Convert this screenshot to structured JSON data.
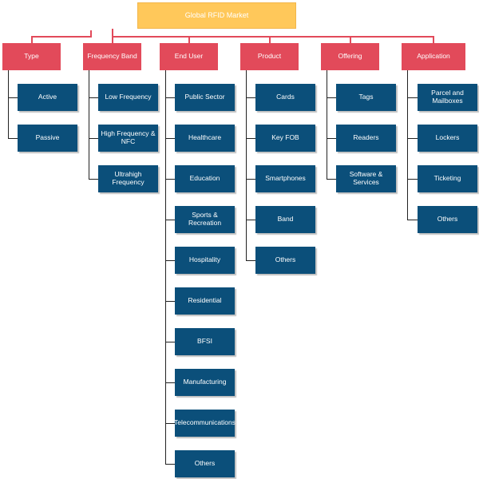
{
  "colors": {
    "root_fill": "#ffc85a",
    "category_fill": "#e24a5a",
    "leaf_fill": "#0b4f7a",
    "connector_root": "#e24a5a",
    "connector_leaf": "#222222",
    "text": "#ffffff"
  },
  "root": {
    "label": "Global RFID Market"
  },
  "categories": [
    {
      "label": "Type",
      "items": [
        "Active",
        "Passive"
      ]
    },
    {
      "label": "Frequency Band",
      "items": [
        "Low Frequency",
        "High Frequency & NFC",
        "Ultrahigh Frequency"
      ]
    },
    {
      "label": "End User",
      "items": [
        "Public Sector",
        "Healthcare",
        "Education",
        "Sports & Recreation",
        "Hospitality",
        "Residential",
        "BFSI",
        "Manufacturing",
        "Telecommunications",
        "Others"
      ]
    },
    {
      "label": "Product",
      "items": [
        "Cards",
        "Key FOB",
        "Smartphones",
        "Band",
        "Others"
      ]
    },
    {
      "label": "Offering",
      "items": [
        "Tags",
        "Readers",
        "Software & Services"
      ]
    },
    {
      "label": "Application",
      "items": [
        "Parcel and Mailboxes",
        "Lockers",
        "Ticketing",
        "Others"
      ]
    }
  ]
}
